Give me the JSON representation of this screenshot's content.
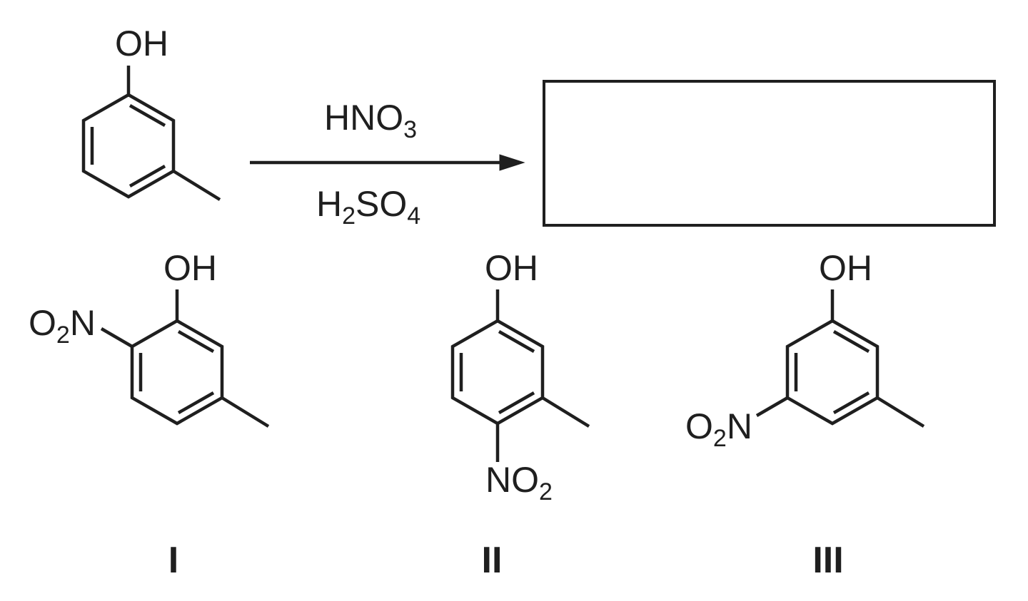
{
  "reactant": {
    "hydroxyl_label": "OH"
  },
  "reagents": {
    "above_arrow": {
      "main": "HNO",
      "sub": "3"
    },
    "below_arrow": {
      "h": "H",
      "h_sub": "2",
      "so": "SO",
      "so_sub": "4"
    }
  },
  "answer_box": {
    "content": ""
  },
  "options": [
    {
      "numeral": "I",
      "hydroxyl_label": "OH",
      "nitro": {
        "o": "O",
        "sub": "2",
        "n": "N"
      }
    },
    {
      "numeral": "II",
      "hydroxyl_label": "OH",
      "nitro": {
        "n": "NO",
        "sub": "2"
      }
    },
    {
      "numeral": "III",
      "hydroxyl_label": "OH",
      "nitro": {
        "o": "O",
        "sub": "2",
        "n": "N"
      }
    }
  ]
}
